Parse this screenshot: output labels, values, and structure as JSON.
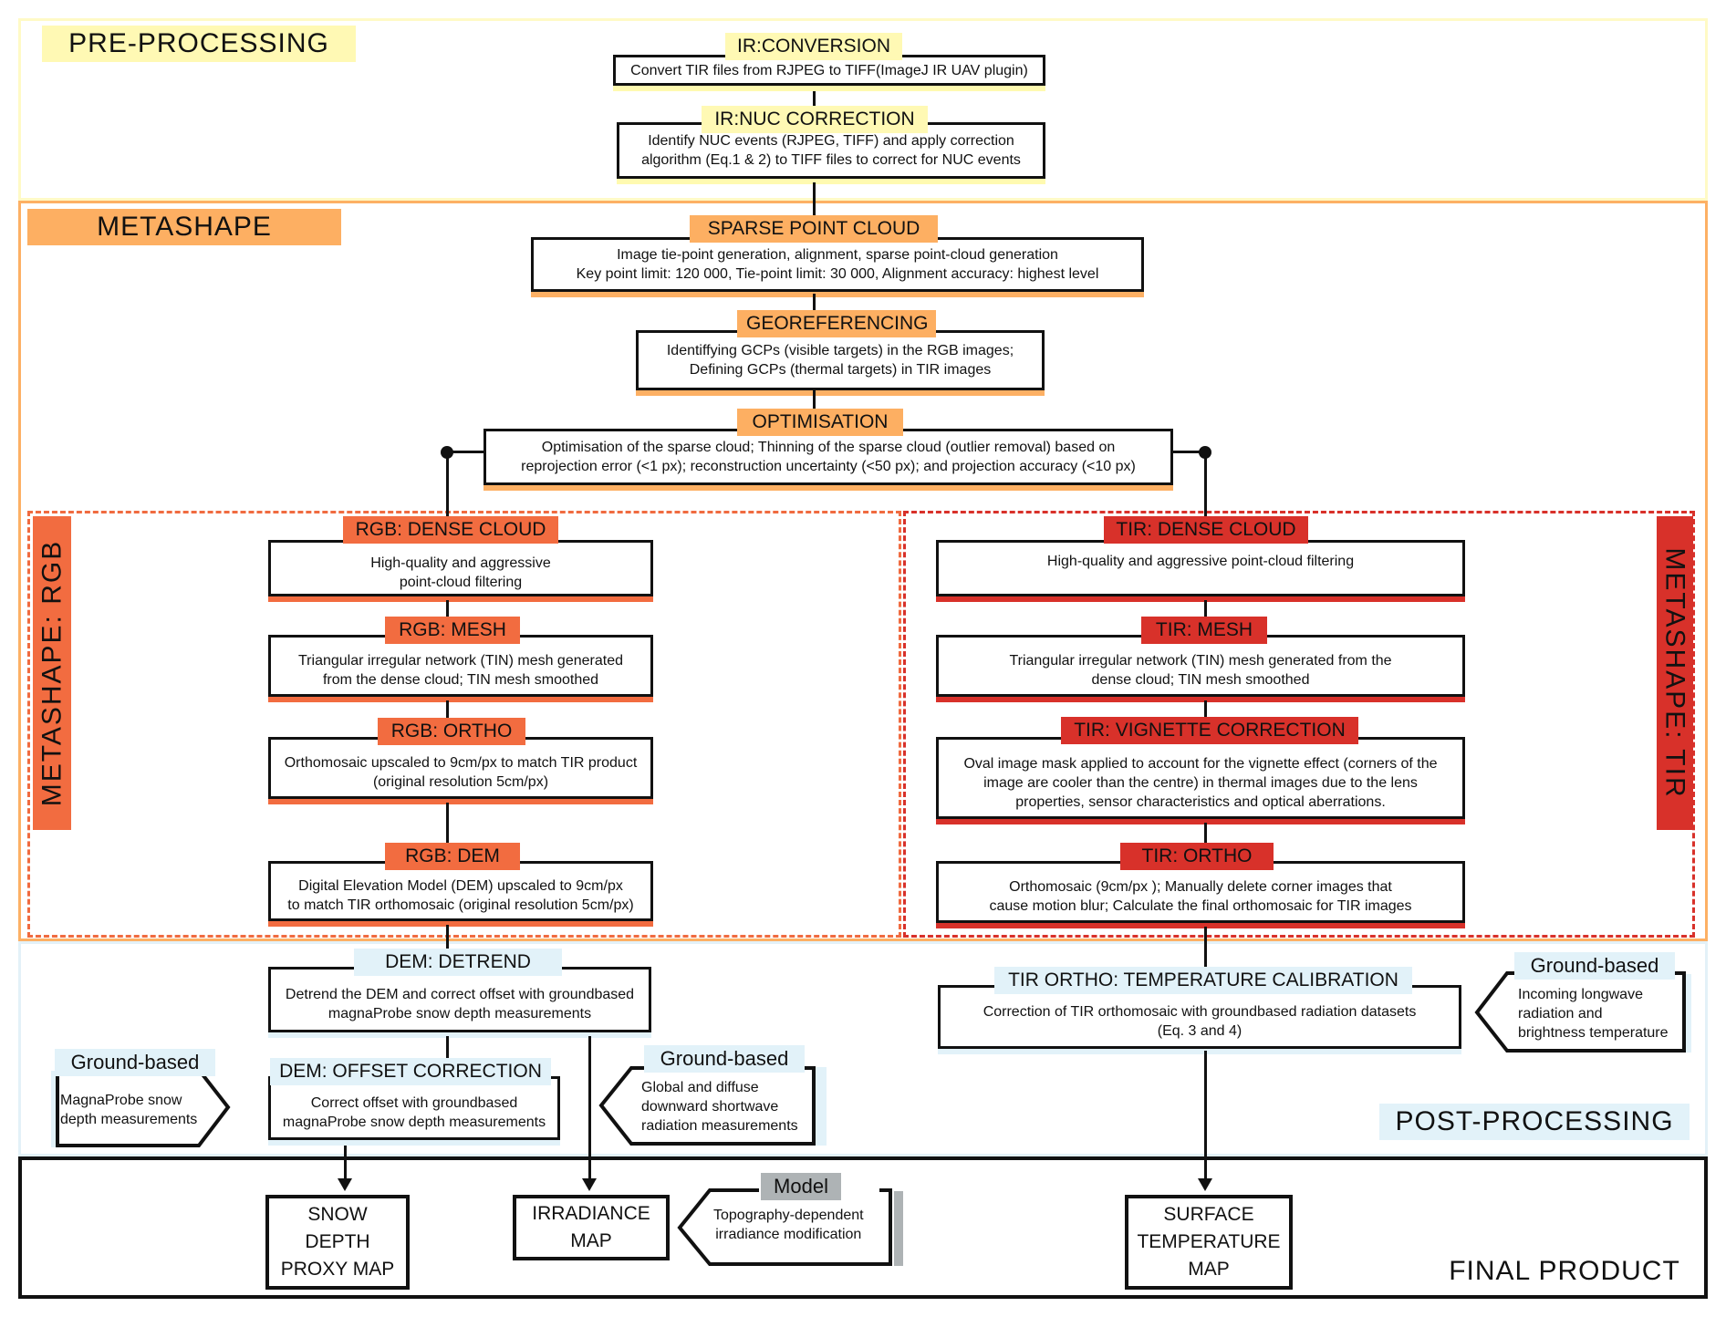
{
  "sections": {
    "pre_processing": "PRE-PROCESSING",
    "metashape": "METASHAPE",
    "metashape_rgb": "METASHAPE: RGB",
    "metashape_tir": "METASHAPE: TIR",
    "post_processing": "POST-PROCESSING",
    "final_product": "FINAL PRODUCT"
  },
  "colors": {
    "pre_processing": "#fff9b4",
    "metashape": "#fdaf62",
    "rgb": "#f26c40",
    "tir": "#d8312a",
    "post_processing": "#e2f2f9",
    "model": "#aeb3b5"
  },
  "steps": {
    "ir_conversion": {
      "title": "IR:CONVERSION",
      "text": "Convert TIR files from RJPEG to TIFF(ImageJ IR UAV plugin)"
    },
    "ir_nuc": {
      "title": "IR:NUC CORRECTION",
      "line1": "Identify NUC events (RJPEG, TIFF) and apply correction",
      "line2": "algorithm (Eq.1 & 2) to TIFF files to correct for NUC events"
    },
    "sparse": {
      "title": "SPARSE POINT CLOUD",
      "line1": "Image tie-point generation, alignment, sparse point-cloud generation",
      "line2": "Key point limit: 120 000, Tie-point limit: 30 000, Alignment accuracy: highest level"
    },
    "georef": {
      "title": "GEOREFERENCING",
      "line1": "Identiffying GCPs (visible targets) in the RGB images;",
      "line2": "Defining GCPs (thermal targets) in TIR images"
    },
    "optim": {
      "title": "OPTIMISATION",
      "line1": "Optimisation of the sparse cloud; Thinning of the sparse cloud (outlier removal) based on",
      "line2": "reprojection error (<1 px); reconstruction uncertainty (<50 px); and projection accuracy (<10 px)"
    },
    "rgb_dense": {
      "title": "RGB: DENSE CLOUD",
      "line1": "High-quality and aggressive",
      "line2": "point-cloud filtering"
    },
    "rgb_mesh": {
      "title": "RGB: MESH",
      "line1": "Triangular irregular network (TIN) mesh generated",
      "line2": "from the dense cloud; TIN mesh smoothed"
    },
    "rgb_ortho": {
      "title": "RGB: ORTHO",
      "line1": "Orthomosaic upscaled to 9cm/px to match TIR product",
      "line2": "(original resolution 5cm/px)"
    },
    "rgb_dem": {
      "title": "RGB: DEM",
      "line1": "Digital Elevation Model (DEM) upscaled to 9cm/px",
      "line2": "to match TIR orthomosaic (original resolution 5cm/px)"
    },
    "tir_dense": {
      "title": "TIR: DENSE CLOUD",
      "line1": "High-quality and aggressive point-cloud filtering"
    },
    "tir_mesh": {
      "title": "TIR: MESH",
      "line1": "Triangular irregular network (TIN) mesh generated from the",
      "line2": "dense cloud; TIN mesh smoothed"
    },
    "tir_vignette": {
      "title": "TIR: VIGNETTE CORRECTION",
      "line1": "Oval image mask applied to account for the vignette effect (corners of the",
      "line2": "image are cooler than the centre) in thermal images due to the lens",
      "line3": "properties, sensor characteristics and optical aberrations."
    },
    "tir_ortho": {
      "title": "TIR: ORTHO",
      "line1": "Orthomosaic (9cm/px ); Manually delete corner images that",
      "line2": "cause motion blur; Calculate the final orthomosaic for TIR images"
    },
    "dem_detrend": {
      "title": "DEM: DETREND",
      "line1": "Detrend the DEM and correct offset with groundbased",
      "line2": "magnaProbe snow depth measurements"
    },
    "dem_offset": {
      "title": "DEM: OFFSET CORRECTION",
      "line1": "Correct offset with groundbased",
      "line2": "magnaProbe snow depth measurements"
    },
    "tir_calib": {
      "title": "TIR ORTHO: TEMPERATURE CALIBRATION",
      "line1": "Correction of TIR orthomosaic with groundbased radiation datasets",
      "line2": "(Eq. 3 and 4)"
    }
  },
  "inputs": {
    "magnaprobe": {
      "title": "Ground-based",
      "line1": "MagnaProbe snow",
      "line2": "depth measurements"
    },
    "shortwave": {
      "title": "Ground-based",
      "line1": "Global and diffuse",
      "line2": "downward shortwave",
      "line3": "radiation measurements"
    },
    "longwave": {
      "title": "Ground-based",
      "line1": "Incoming longwave",
      "line2": "radiation and",
      "line3": "brightness temperature"
    },
    "model": {
      "title": "Model",
      "line1": "Topography-dependent",
      "line2": "irradiance modification"
    }
  },
  "products": {
    "snow_depth": {
      "line1": "SNOW",
      "line2": "DEPTH",
      "line3": "PROXY MAP"
    },
    "irradiance": {
      "line1": "IRRADIANCE",
      "line2": "MAP"
    },
    "surface_temp": {
      "line1": "SURFACE",
      "line2": "TEMPERATURE",
      "line3": "MAP"
    }
  }
}
